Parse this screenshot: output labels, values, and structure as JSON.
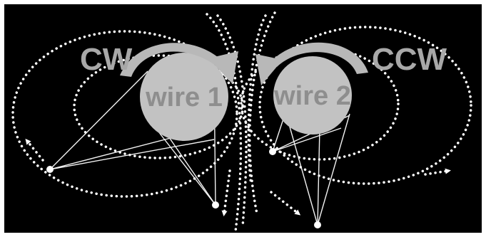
{
  "wires": [
    {
      "label": "wire 1",
      "rotation": "CW"
    },
    {
      "label": "wire 2",
      "rotation": "CCW"
    }
  ],
  "colors": {
    "background": "#000000",
    "wire_fill": "#c2c2c2",
    "wire_text": "#8e8e8e",
    "arrow_fill": "#b8b8b8",
    "field_lines": "#ffffff"
  }
}
